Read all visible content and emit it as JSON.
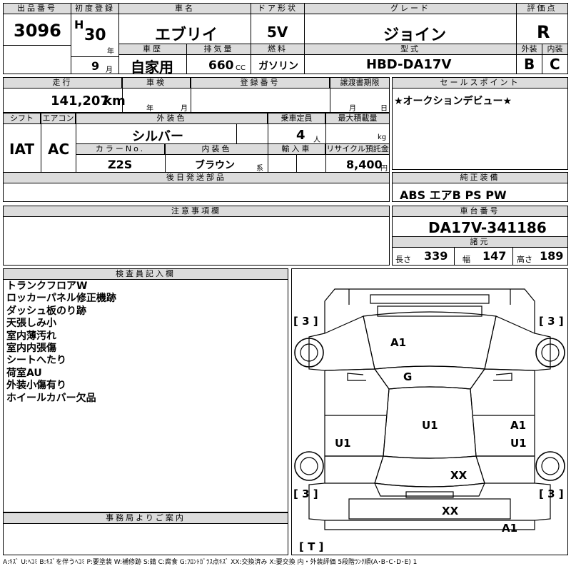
{
  "labels": {
    "lot_no": "出品番号",
    "first_reg": "初度登録",
    "car_name": "車名",
    "door": "ドア形状",
    "grade": "グレード",
    "score": "評価点",
    "history": "車歴",
    "displacement": "排気量",
    "fuel": "燃料",
    "model": "型式",
    "exterior": "外装",
    "interior": "内装",
    "mileage": "走行",
    "inspection": "車検",
    "reg_no": "登録番号",
    "transfer": "譲渡書期限",
    "sales_point": "セールスポイント",
    "shift": "シフト",
    "aircon": "エアコン",
    "ext_color": "外装色",
    "capacity": "乗車定員",
    "max_load": "最大積載量",
    "color_no": "カラーNo.",
    "int_color": "内装色",
    "import": "輸入車",
    "recycle": "リサイクル預託金",
    "later_parts": "後日発送部品",
    "genuine": "純正装備",
    "notes": "注意事項欄",
    "chassis": "車台番号",
    "specs": "諸元",
    "inspector": "検査員記入欄",
    "office": "事務局よりご案内",
    "year_unit": "年",
    "month_unit": "月",
    "cc_unit": "CC",
    "km_unit": "km",
    "persons_unit": "人",
    "kg_unit": "kg",
    "yen_unit": "円",
    "series_unit": "系",
    "length": "長さ",
    "width": "幅",
    "height": "高さ"
  },
  "values": {
    "lot_no": "3096",
    "era": "H",
    "year": "30",
    "month": "9",
    "car_name": "エブリイ",
    "door": "5V",
    "grade": "ジョイン",
    "score": "R",
    "history": "自家用",
    "displacement": "660",
    "fuel": "ガソリン",
    "model": "HBD-DA17V",
    "exterior": "B",
    "interior": "C",
    "mileage": "141,207",
    "sales_point": "★オークションデビュー★",
    "shift": "IAT",
    "aircon": "AC",
    "ext_color": "シルバー",
    "capacity": "4",
    "color_no": "Z2S",
    "int_color": "ブラウン",
    "recycle": "8,400",
    "genuine": "ABS エアB PS PW",
    "chassis": "DA17V-341186",
    "length": "339",
    "width": "147",
    "height": "189"
  },
  "inspector_notes": [
    "トランクフロアW",
    "ロッカーパネル修正機跡",
    "ダッシュ板のり跡",
    "天張しみ小",
    "室内薄汚れ",
    "室内内張傷",
    "シートへたり",
    "荷室AU",
    "外装小傷有り",
    "ホイールカバー欠品"
  ],
  "diagram": {
    "tire_fl": "[ 3 ]",
    "tire_fr": "[ 3 ]",
    "tire_rl": "[ 3 ]",
    "tire_rr": "[ 3 ]",
    "spare": "[ T ]",
    "hood": "A1",
    "windshield": "G",
    "roof": "U1",
    "left_side": "U1",
    "right_a": "A1",
    "right_u": "U1",
    "rear_glass": "XX",
    "back_door": "XX",
    "bumper": "A1"
  },
  "footer": "A:ｷｽﾞ U:ﾍｺﾐ B:ｷｽﾞを伴うﾍｺﾐ P:要塗装 W:補修跡 S:錆 C:腐食 G:ﾌﾛﾝﾄｶﾞﾗｽ点ｷｽﾞ XX:交換済み X:要交換 内・外装評価 5段階ﾗﾝｸ順(A･B･C･D･E) 1"
}
